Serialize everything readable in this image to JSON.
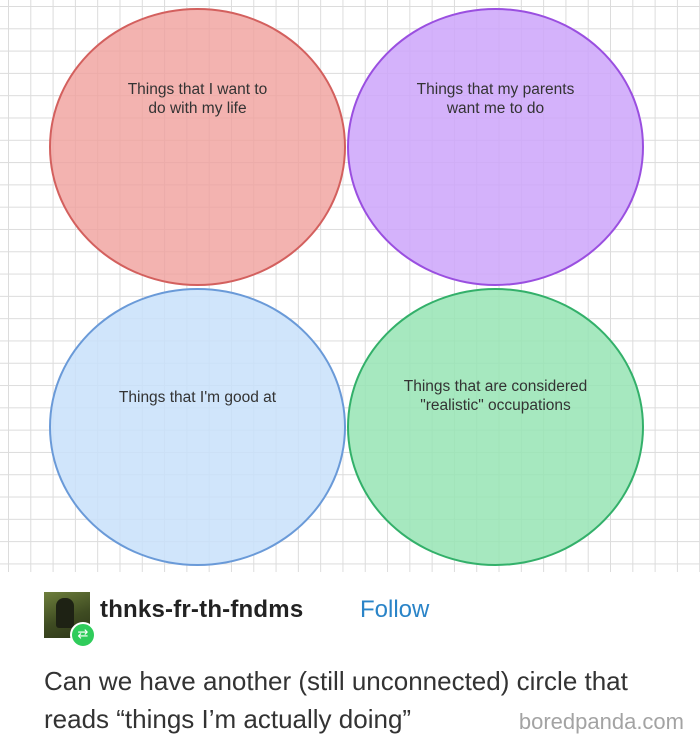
{
  "diagram": {
    "circles": [
      {
        "label": "Things that I want to\ndo with my life",
        "color": "#f0a09c"
      },
      {
        "label": "Things that my parents\nwant me to do",
        "color": "#cda5fa"
      },
      {
        "label": "Things that I'm good at",
        "color": "#c8e0fa"
      },
      {
        "label": "Things that are considered\n\"realistic\" occupations",
        "color": "#96e4b4"
      }
    ]
  },
  "post": {
    "username": "thnks-fr-th-fndms",
    "follow_label": "Follow",
    "follow_color": "#2a84c8",
    "avatar_icon": "avatar-icon",
    "reblog_icon": "reblog-icon",
    "reblog_glyph": "⇄",
    "text": "Can we have another (still unconnected) circle that reads “things I’m actually doing”"
  },
  "watermark": "boredpanda.com"
}
